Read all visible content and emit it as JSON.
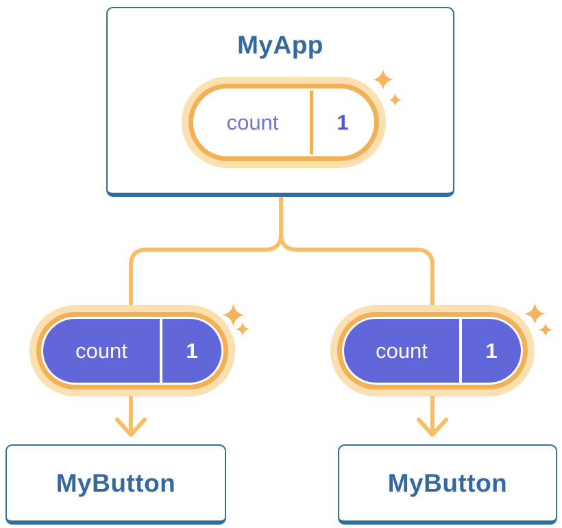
{
  "diagram": {
    "root": {
      "title": "MyApp",
      "state": {
        "label": "count",
        "value": "1"
      }
    },
    "children": [
      {
        "title": "MyButton",
        "prop": {
          "label": "count",
          "value": "1"
        }
      },
      {
        "title": "MyButton",
        "prop": {
          "label": "count",
          "value": "1"
        }
      }
    ]
  },
  "icons": {
    "sparkle": "sparkle-icon"
  },
  "colors": {
    "card_border_blue": "#35719f",
    "card_border_bottom_blue": "#2e6e9e",
    "text_blue": "#35699e",
    "pill_halo_orange": "#fce0b2",
    "pill_ring_orange": "#f2b157",
    "connector_orange": "#f8be66",
    "sparkle_orange": "#f4b35c",
    "pill_fill_purple": "#6167d8",
    "state_label_purple": "#6e74d9",
    "state_value_purple": "#4d58ce",
    "pill_text_white": "#ffffff"
  }
}
